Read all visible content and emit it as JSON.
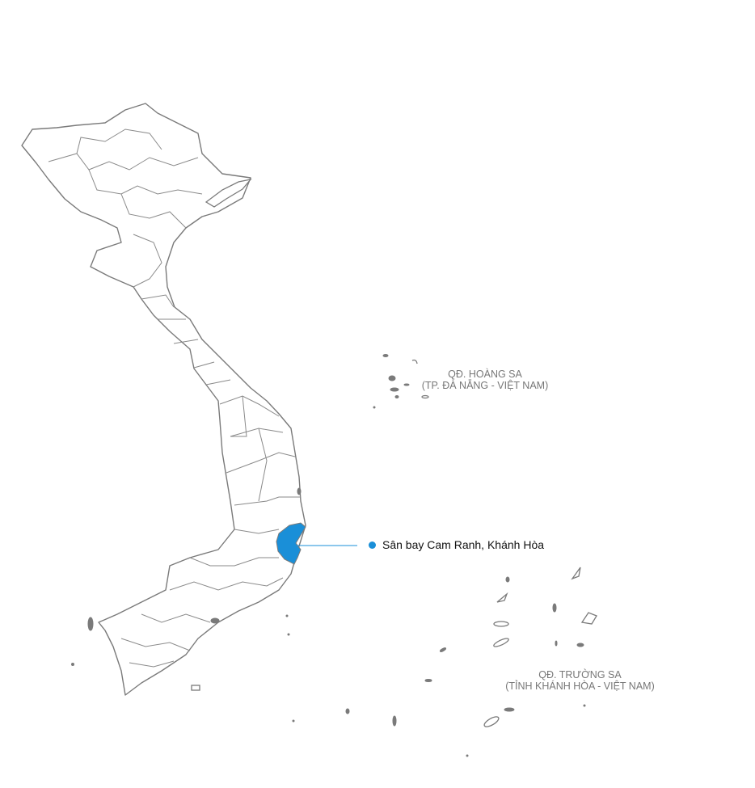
{
  "map": {
    "highlight_color": "#1a8fd8",
    "outline_color": "#7a7a7a",
    "highlighted_region": "Khánh Hòa",
    "marker": {
      "label": "Sân bay Cam Ranh, Khánh Hòa"
    },
    "archipelagos": [
      {
        "name": "QĐ. HOÀNG SA",
        "subtitle": "(TP. ĐÀ NẴNG - VIỆT NAM)"
      },
      {
        "name": "QĐ. TRƯỜNG SA",
        "subtitle": "(TỈNH KHÁNH HÒA - VIỆT NAM)"
      }
    ]
  }
}
